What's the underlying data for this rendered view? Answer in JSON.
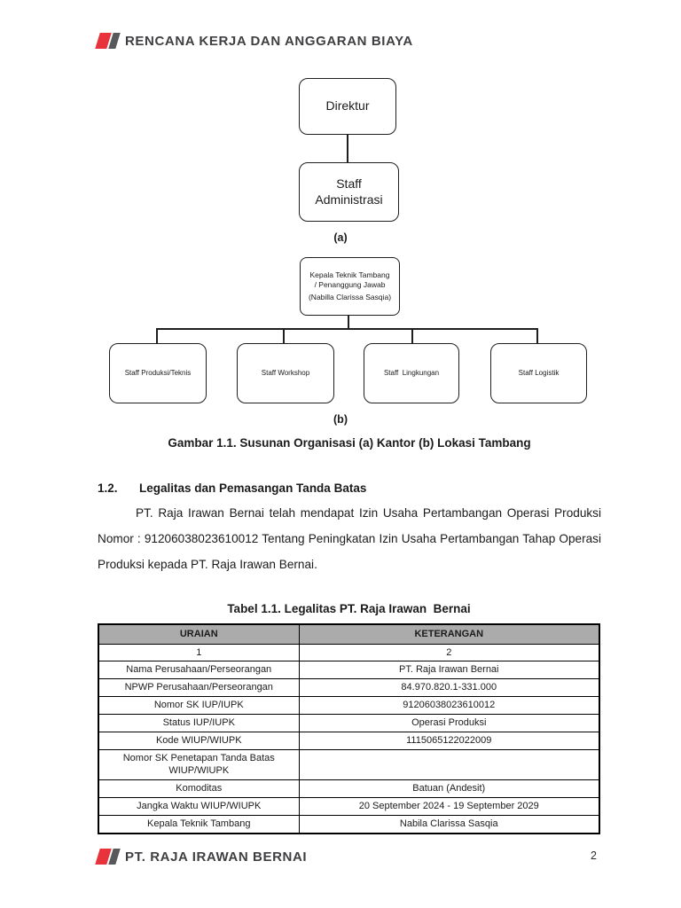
{
  "header": {
    "title": "RENCANA KERJA DAN ANGGARAN BIAYA"
  },
  "org_chart_a": {
    "root": "Direktur",
    "child": "Staff Administrasi",
    "label": "(a)"
  },
  "org_chart_b": {
    "root_lines": [
      "Kepala Teknik Tambang",
      "/ Penanggung Jawab",
      "(Nabilla Clarissa Sasqia)"
    ],
    "children": [
      "Staff Produksi/Teknis",
      "Staff Workshop",
      "Staff  Lingkungan",
      "Staff Logistik"
    ],
    "label": "(b)"
  },
  "figure_caption": "Gambar 1.1. Susunan Organisasi (a) Kantor (b) Lokasi Tambang",
  "section": {
    "number": "1.2.",
    "title": "Legalitas dan Pemasangan Tanda Batas"
  },
  "paragraph": "PT. Raja Irawan Bernai telah mendapat Izin Usaha Pertambangan Operasi Produksi Nomor : 91206038023610012 Tentang Peningkatan Izin Usaha Pertambangan Tahap Operasi Produksi kepada PT. Raja Irawan Bernai.",
  "table": {
    "title": "Tabel 1.1. Legalitas PT. Raja Irawan  Bernai",
    "headers": [
      "URAIAN",
      "KETERANGAN"
    ],
    "subheaders": [
      "1",
      "2"
    ],
    "rows": [
      [
        "Nama Perusahaan/Perseorangan",
        "PT. Raja Irawan Bernai"
      ],
      [
        "NPWP Perusahaan/Perseorangan",
        "84.970.820.1-331.000"
      ],
      [
        "Nomor SK IUP/IUPK",
        "91206038023610012"
      ],
      [
        "Status IUP/IUPK",
        "Operasi Produksi"
      ],
      [
        "Kode WIUP/WIUPK",
        "1115065122022009"
      ],
      [
        "Nomor SK Penetapan Tanda Batas WIUP/WIUPK",
        ""
      ],
      [
        "Komoditas",
        "Batuan (Andesit)"
      ],
      [
        "Jangka Waktu WIUP/WIUPK",
        "20 September 2024 - 19 September 2029"
      ],
      [
        "Kepala Teknik Tambang",
        "Nabila Clarissa Sasqia"
      ]
    ]
  },
  "footer": {
    "company": "PT. RAJA IRAWAN BERNAI",
    "page_number": "2"
  },
  "colors": {
    "brand_red": "#E9333C",
    "brand_gray": "#58595B",
    "table_header_bg": "#ABABAB",
    "brand_text": "#3F3F42"
  }
}
